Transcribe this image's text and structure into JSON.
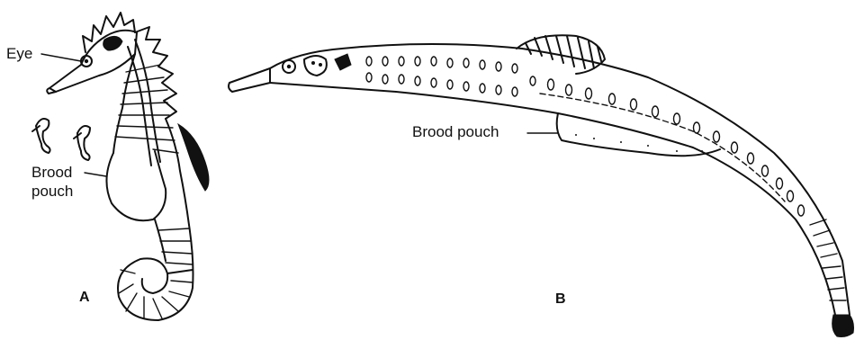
{
  "panels": {
    "a": {
      "letter": "A",
      "labels": {
        "eye": "Eye",
        "brood_pouch_line1": "Brood",
        "brood_pouch_line2": "pouch"
      }
    },
    "b": {
      "letter": "B",
      "labels": {
        "brood_pouch": "Brood pouch"
      }
    }
  }
}
